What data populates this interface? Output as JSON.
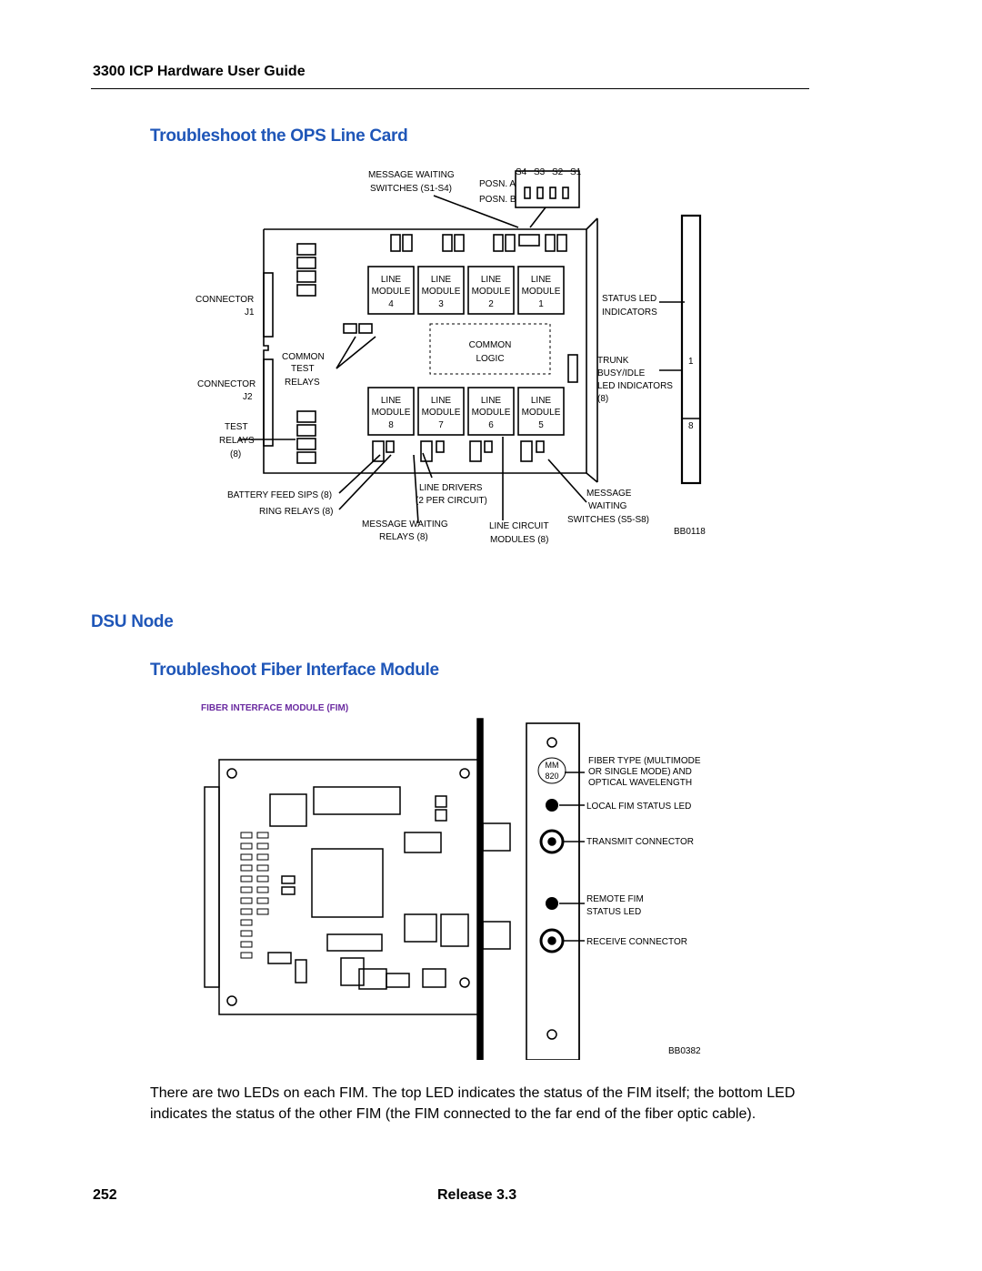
{
  "header": {
    "title": "3300 ICP Hardware User Guide"
  },
  "sections": {
    "ops_heading": "Troubleshoot the OPS Line Card",
    "dsu_heading": "DSU Node",
    "fim_heading": "Troubleshoot Fiber Interface Module"
  },
  "ops_figure": {
    "message_waiting_switches": [
      "MESSAGE WAITING",
      "SWITCHES (S1-S4)"
    ],
    "switch_labels": [
      "S4",
      "S3",
      "S2",
      "S1"
    ],
    "posn_a": "POSN. A",
    "posn_b": "POSN. B",
    "connector_j1": [
      "CONNECTOR",
      "J1"
    ],
    "connector_j2": [
      "CONNECTOR",
      "J2"
    ],
    "common_test_relays": [
      "COMMON",
      "TEST",
      "RELAYS"
    ],
    "test_relays": [
      "TEST",
      "RELAYS",
      "(8)"
    ],
    "line_modules_top": [
      {
        "l1": "LINE",
        "l2": "MODULE",
        "n": "4"
      },
      {
        "l1": "LINE",
        "l2": "MODULE",
        "n": "3"
      },
      {
        "l1": "LINE",
        "l2": "MODULE",
        "n": "2"
      },
      {
        "l1": "LINE",
        "l2": "MODULE",
        "n": "1"
      }
    ],
    "line_modules_bottom": [
      {
        "l1": "LINE",
        "l2": "MODULE",
        "n": "8"
      },
      {
        "l1": "LINE",
        "l2": "MODULE",
        "n": "7"
      },
      {
        "l1": "LINE",
        "l2": "MODULE",
        "n": "6"
      },
      {
        "l1": "LINE",
        "l2": "MODULE",
        "n": "5"
      }
    ],
    "common_logic": [
      "COMMON",
      "LOGIC"
    ],
    "status_led": [
      "STATUS LED",
      "INDICATORS"
    ],
    "trunk_busy": [
      "TRUNK",
      "BUSY/IDLE",
      "LED INDICATORS",
      "(8)"
    ],
    "faceplate_1": "1",
    "faceplate_8": "8",
    "battery_feed": "BATTERY FEED SIPS (8)",
    "ring_relays": "RING RELAYS (8)",
    "msg_waiting_relays": [
      "MESSAGE WAITING",
      "RELAYS (8)"
    ],
    "line_drivers": [
      "LINE DRIVERS",
      "(2 PER CIRCUIT)"
    ],
    "line_circuit_modules": [
      "LINE CIRCUIT",
      "MODULES (8)"
    ],
    "msg_waiting_switches_s5": [
      "MESSAGE",
      "WAITING",
      "SWITCHES (S5-S8)"
    ],
    "figure_id": "BB0118"
  },
  "fim_figure": {
    "title": "FIBER INTERFACE MODULE (FIM)",
    "badge_top": "MM",
    "badge_bottom": "820",
    "fiber_type": [
      "FIBER TYPE (MULTIMODE",
      "OR SINGLE MODE) AND",
      "OPTICAL WAVELENGTH"
    ],
    "local_led": "LOCAL FIM STATUS LED",
    "transmit": "TRANSMIT CONNECTOR",
    "remote_led": [
      "REMOTE FIM",
      "STATUS LED"
    ],
    "receive": "RECEIVE CONNECTOR",
    "figure_id": "BB0382",
    "title_color": "#6a2aa0"
  },
  "body": {
    "paragraph": "There are two LEDs on each FIM. The top LED indicates the status of the FIM itself; the bottom LED indicates the status of the other FIM (the FIM connected to the far end of the fiber optic cable)."
  },
  "footer": {
    "page": "252",
    "release": "Release 3.3"
  },
  "colors": {
    "heading": "#1f56b8"
  }
}
